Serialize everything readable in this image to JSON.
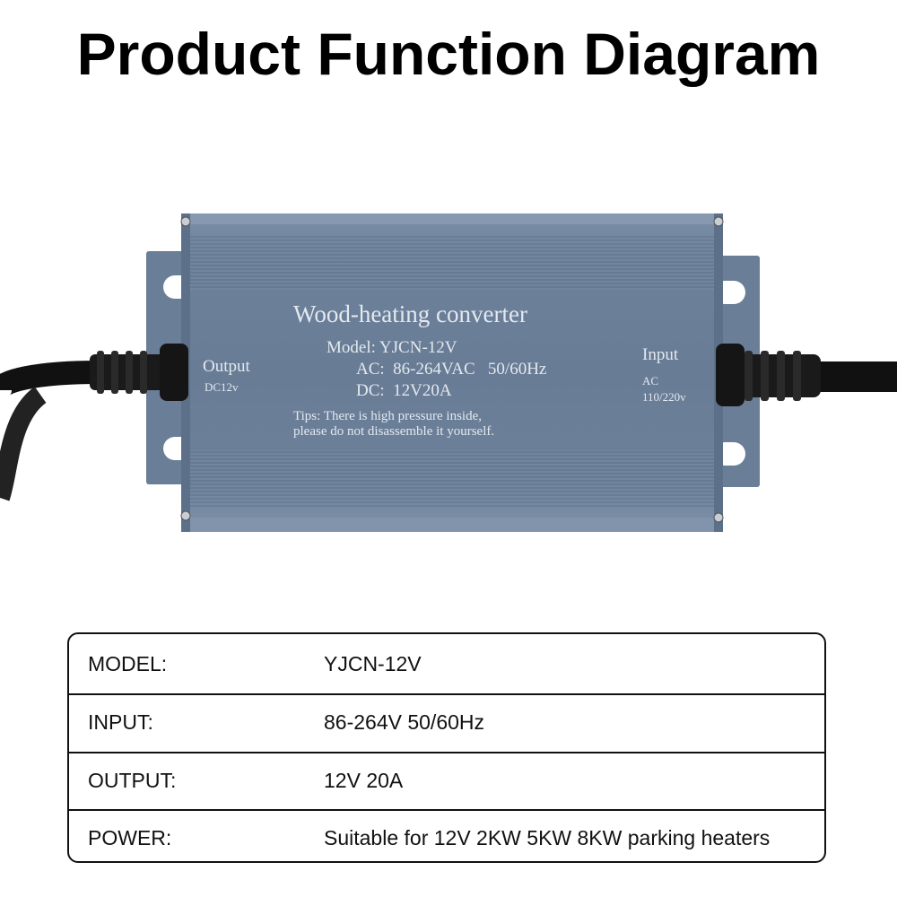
{
  "title": "Product Function Diagram",
  "device": {
    "name": "Wood-heating converter",
    "model_line": "Model: YJCN-12V",
    "ac_line": "AC:  86-264VAC   50/60Hz",
    "dc_line": "DC:  12V20A",
    "tips_line1": "Tips: There is high pressure inside,",
    "tips_line2": "please do not disassemble it yourself.",
    "output_label": "Output",
    "output_sub": "DC12v",
    "input_label": "Input",
    "input_sub1": "AC",
    "input_sub2": "110/220v",
    "body_color": "#6a7f99",
    "cable_color": "#111111"
  },
  "specs": [
    {
      "key": "MODEL:",
      "value": "YJCN-12V"
    },
    {
      "key": "INPUT:",
      "value": "86-264V 50/60Hz"
    },
    {
      "key": "OUTPUT:",
      "value": "12V 20A"
    },
    {
      "key": "POWER:",
      "value": "Suitable for 12V 2KW 5KW 8KW parking heaters"
    }
  ]
}
